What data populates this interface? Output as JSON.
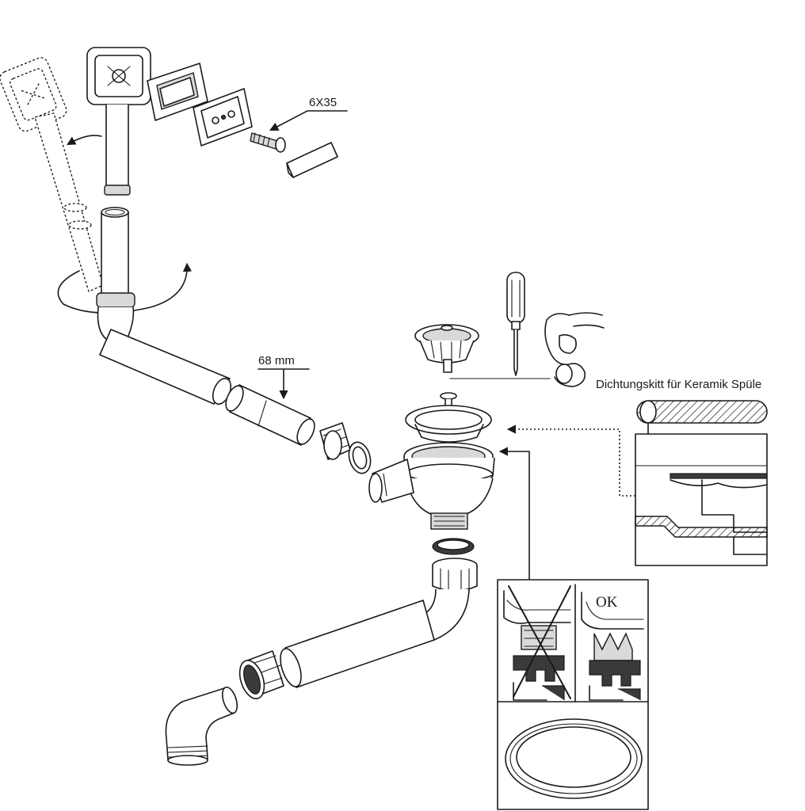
{
  "labels": {
    "screw_size": "6X35",
    "pipe_length": "68 mm",
    "ceramic_note": "Dichtungskitt für Keramik Spüle",
    "ok": "OK"
  }
}
